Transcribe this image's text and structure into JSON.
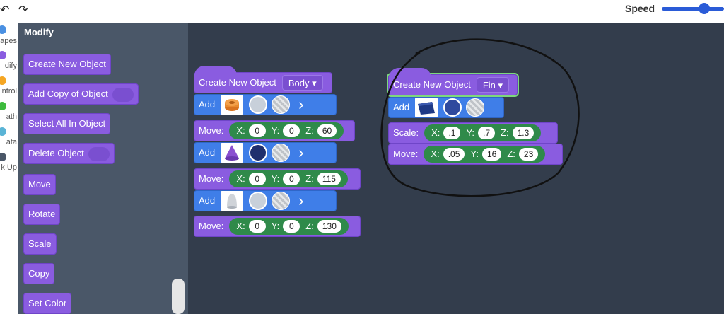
{
  "topbar": {
    "undo_glyph": "↶",
    "redo_glyph": "↷",
    "speed_label": "Speed"
  },
  "categories": [
    {
      "label": "apes",
      "color": "#4a90e2"
    },
    {
      "label": "dify",
      "color": "#8a5ce0"
    },
    {
      "label": "ntrol",
      "color": "#f5a623"
    },
    {
      "label": "ath",
      "color": "#3dbb3d"
    },
    {
      "label": "ata",
      "color": "#5ab4d6"
    },
    {
      "label": "k Up",
      "color": "#4a5768"
    }
  ],
  "palette": {
    "title": "Modify",
    "blocks": [
      "Create New Object",
      "Add Copy of Object",
      "Select All In Object",
      "Delete Object",
      "Move",
      "Rotate",
      "Scale",
      "Copy",
      "Set Color"
    ]
  },
  "stack1": {
    "header": "Create New Object",
    "dropdown": "Body ▾",
    "add_label": "Add",
    "move_label": "Move:",
    "x_label": "X:",
    "y_label": "Y:",
    "z_label": "Z:",
    "moves": [
      {
        "x": "0",
        "y": "0",
        "z": "60"
      },
      {
        "x": "0",
        "y": "0",
        "z": "115"
      },
      {
        "x": "0",
        "y": "0",
        "z": "130"
      }
    ],
    "colors": [
      "#c8d0da",
      "#1f2f6e",
      "#c8d0da"
    ],
    "chev": "›"
  },
  "stack2": {
    "header": "Create New Object",
    "dropdown": "Fin ▾",
    "add_label": "Add",
    "scale_label": "Scale:",
    "move_label": "Move:",
    "x_label": "X:",
    "y_label": "Y:",
    "z_label": "Z:",
    "scale": {
      "x": ".1",
      "y": ".7",
      "z": "1.3"
    },
    "move": {
      "x": ".05",
      "y": "16",
      "z": "23"
    },
    "color": "#2f4a9e"
  }
}
